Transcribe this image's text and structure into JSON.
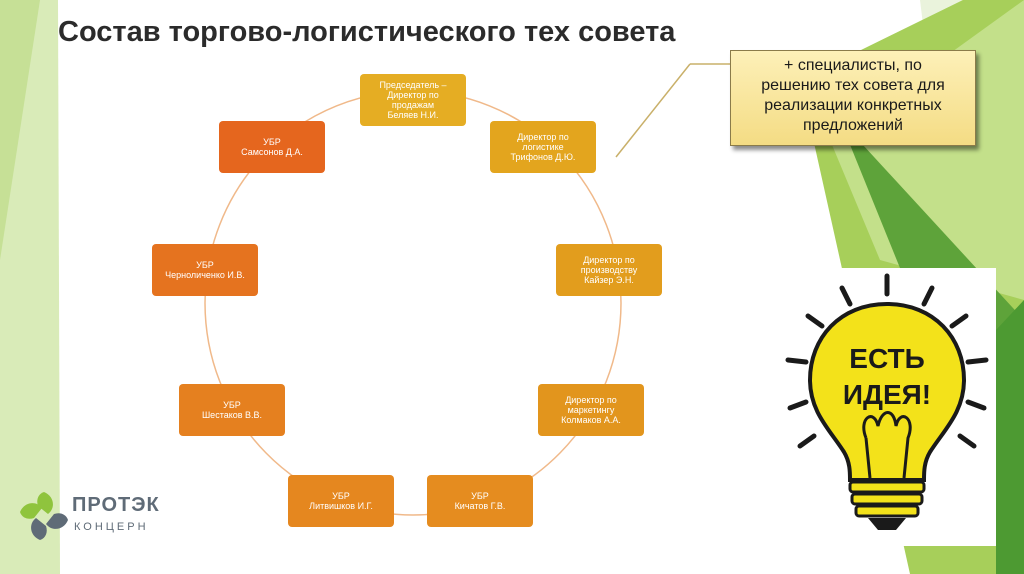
{
  "title": "Состав торгово-логистического тех совета",
  "note": {
    "lines": [
      "+ специалисты, по",
      "решению тех совета для",
      "реализации конкретных",
      "предложений"
    ]
  },
  "nodes": [
    {
      "lines": [
        "Председатель –",
        "Директор по",
        "продажам",
        "Беляев Н.И."
      ],
      "color": "#e5ad23"
    },
    {
      "lines": [
        "Директор по",
        "логистике",
        "Трифонов Д.Ю."
      ],
      "color": "#e3a51e"
    },
    {
      "lines": [
        "Директор по",
        "производству",
        "Кайзер Э.Н."
      ],
      "color": "#e29d1d"
    },
    {
      "lines": [
        "Директор по",
        "маркетингу",
        "Колмаков А.А."
      ],
      "color": "#e2951d"
    },
    {
      "lines": [
        "УБР",
        "Кичатов Г.В."
      ],
      "color": "#e58c1f"
    },
    {
      "lines": [
        "УБР",
        "Литвишков И.Г."
      ],
      "color": "#e5871f"
    },
    {
      "lines": [
        "УБР",
        "Шестаков В.В."
      ],
      "color": "#e5801f"
    },
    {
      "lines": [
        "УБР",
        "Черноличенко И.В."
      ],
      "color": "#e5731f"
    },
    {
      "lines": [
        "УБР",
        "Самсонов Д.А."
      ],
      "color": "#e5661e"
    }
  ],
  "logo": {
    "name": "ПРОТЭК",
    "subtitle": "КОНЦЕРН"
  },
  "bulb": {
    "line1": "ЕСТЬ",
    "line2": "ИДЕЯ!"
  },
  "colors": {
    "green_light": "#8fc43d",
    "green_dark": "#4d9a32",
    "ring": "#f0b98a",
    "bulb_yellow": "#f3e21a"
  }
}
